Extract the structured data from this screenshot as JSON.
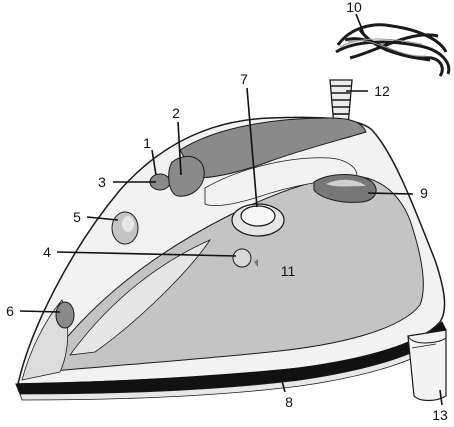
{
  "diagram": {
    "subject": "steam iron parts diagram",
    "callouts": [
      {
        "id": "1",
        "label": "1"
      },
      {
        "id": "2",
        "label": "2"
      },
      {
        "id": "3",
        "label": "3"
      },
      {
        "id": "4",
        "label": "4"
      },
      {
        "id": "5",
        "label": "5"
      },
      {
        "id": "6",
        "label": "6"
      },
      {
        "id": "7",
        "label": "7"
      },
      {
        "id": "8",
        "label": "8"
      },
      {
        "id": "9",
        "label": "9"
      },
      {
        "id": "10",
        "label": "10"
      },
      {
        "id": "11",
        "label": "11"
      },
      {
        "id": "12",
        "label": "12"
      },
      {
        "id": "13",
        "label": "13"
      }
    ]
  },
  "colors": {
    "body_light": "#f2f2f2",
    "body_mid": "#c4c4c4",
    "handle_dark": "#8a8a8a",
    "soleplate": "#111111",
    "outline": "#1a1a1a"
  }
}
